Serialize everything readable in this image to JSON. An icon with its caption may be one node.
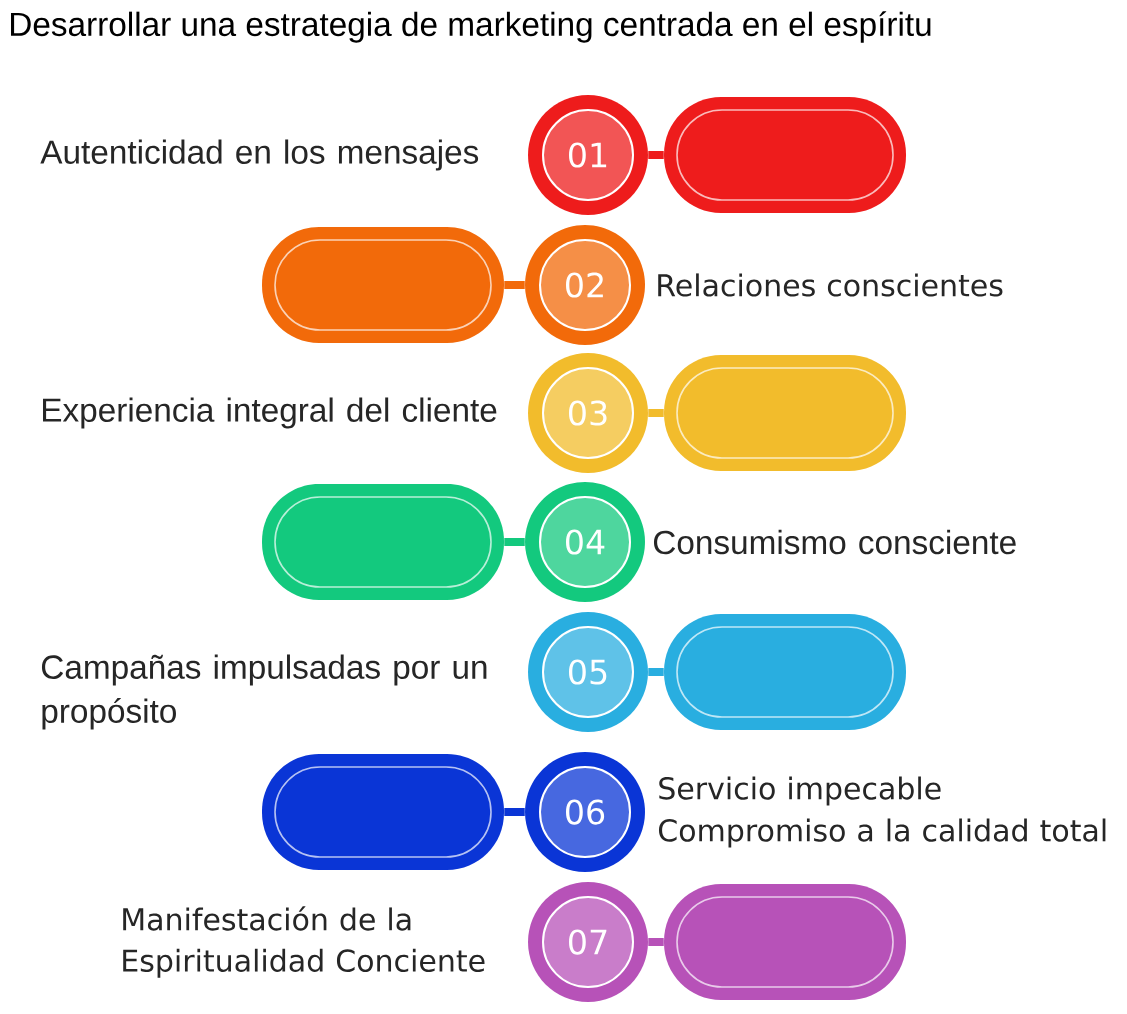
{
  "diagram": {
    "title": "Desarrollar una estrategia de marketing centrada en el espíritu",
    "nodes": [
      {
        "text": [
          "01"
        ],
        "beside": [
          "Autenticidad en los mensajes"
        ]
      },
      {
        "text": [],
        "shape": "box"
      },
      {
        "text": [],
        "shape": "box"
      },
      {
        "text": [
          "02"
        ],
        "beside": [
          "Relaciones conscientes"
        ]
      },
      {
        "text": [
          "03"
        ],
        "beside": [
          "Experiencia integral del cliente"
        ]
      },
      {
        "text": [],
        "shape": "box"
      },
      {
        "text": [],
        "shape": "box"
      },
      {
        "text": [
          "04"
        ],
        "beside": [
          "Consumismo consciente"
        ]
      },
      {
        "text": [
          "05"
        ],
        "beside": [
          "Campañas impulsadas por un propósito"
        ]
      },
      {
        "text": [],
        "shape": "box"
      },
      {
        "text": [],
        "shape": "box"
      },
      {
        "text": [
          "06"
        ],
        "beside": [
          "Servicio impecable",
          "Compromiso a la calidad total"
        ]
      },
      {
        "text": [
          "07"
        ],
        "beside": [
          "Manifestación de la Espiritualidad Conciente"
        ]
      },
      {
        "text": [],
        "shape": "box"
      }
    ],
    "edges": [
      {
        "from": 0,
        "to": 1,
        "arrow": "none",
        "color": "#ee1c1c"
      },
      {
        "from": 3,
        "to": 2,
        "arrow": "none",
        "color": "#f26a0a"
      },
      {
        "from": 4,
        "to": 5,
        "arrow": "none",
        "color": "#f2bc2c"
      },
      {
        "from": 7,
        "to": 6,
        "arrow": "none",
        "color": "#13c97e"
      },
      {
        "from": 8,
        "to": 9,
        "arrow": "none",
        "color": "#29aee0"
      },
      {
        "from": 11,
        "to": 10,
        "arrow": "none",
        "color": "#0a35d6"
      },
      {
        "from": 12,
        "to": 13,
        "arrow": "none",
        "color": "#b752b8"
      }
    ]
  }
}
